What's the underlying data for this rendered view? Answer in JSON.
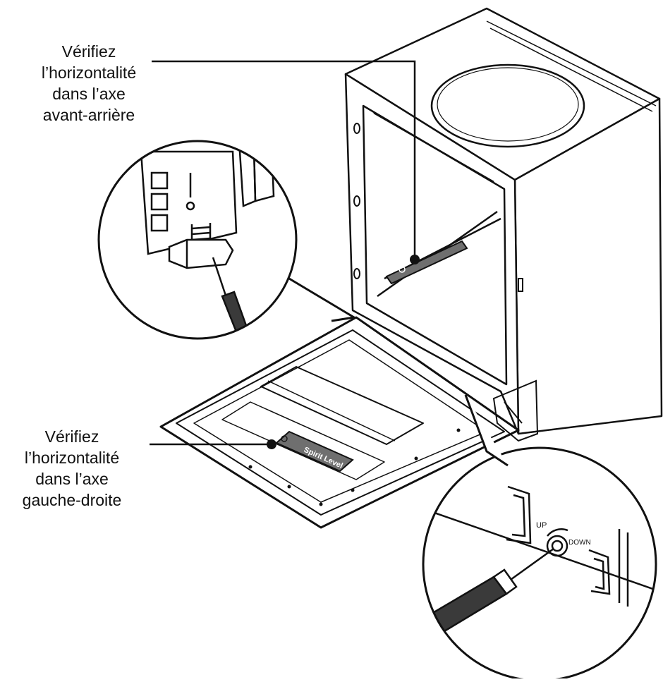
{
  "callouts": {
    "front_back": {
      "lines": [
        "Vérifiez",
        "l’horizontalité",
        "dans l’axe",
        "avant-arrière"
      ]
    },
    "left_right": {
      "lines": [
        "Vérifiez",
        "l’horizontalité",
        "dans l’axe",
        "gauche-droite"
      ]
    }
  },
  "level_tool_label": "Spirit Level",
  "adjuster_labels": {
    "up": "UP",
    "down": "DOWN"
  },
  "colors": {
    "line": "#111111",
    "background": "#ffffff",
    "level_fill": "#6f6f6f",
    "handle_fill": "#3a3a3a"
  }
}
